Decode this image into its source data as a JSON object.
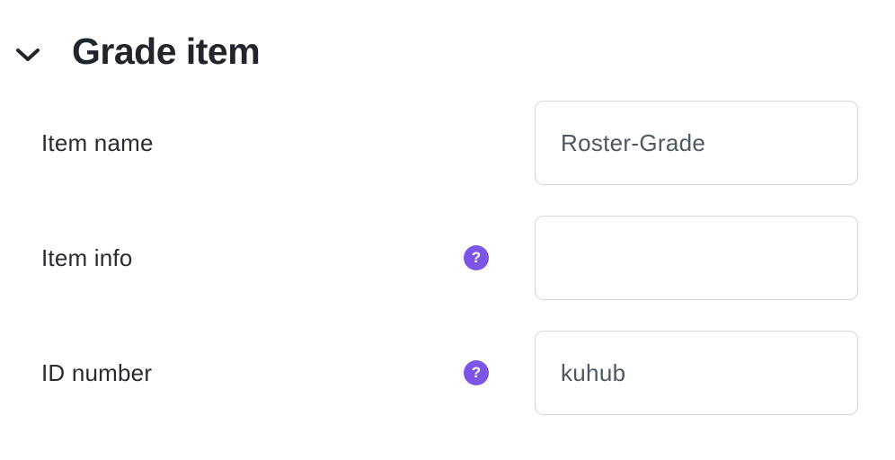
{
  "colors": {
    "accent": "#7c55e6",
    "heading_text": "#21252c",
    "label_text": "#282c33",
    "input_text": "#4d5864",
    "input_border": "#d0d7de"
  },
  "section": {
    "title": "Grade item",
    "collapse_icon": "chevron-down-icon"
  },
  "form": {
    "help_icon_glyph": "?",
    "fields": [
      {
        "id": "item-name",
        "label": "Item name",
        "value": "Roster-Grade",
        "has_help": false
      },
      {
        "id": "item-info",
        "label": "Item info",
        "value": "",
        "has_help": true
      },
      {
        "id": "id-number",
        "label": "ID number",
        "value": "kuhub",
        "has_help": true
      }
    ]
  }
}
